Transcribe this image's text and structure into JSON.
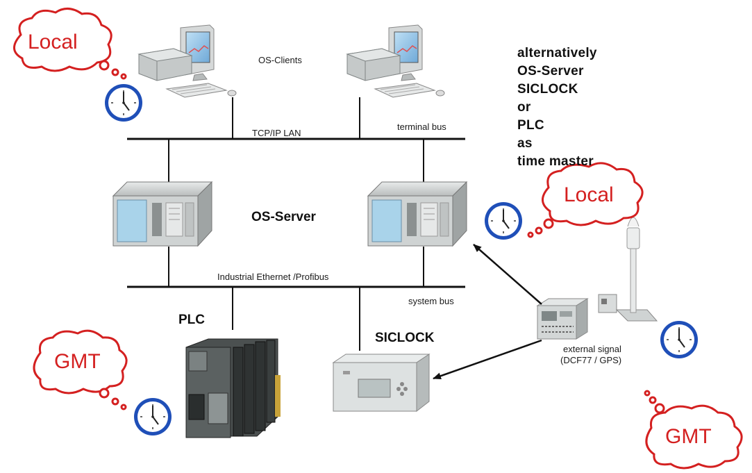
{
  "labels": {
    "os_clients": "OS-Clients",
    "tcpip_lan": "TCP/IP LAN",
    "terminal_bus": "terminal bus",
    "os_server": "OS-Server",
    "industrial_ethernet": "Industrial Ethernet /Profibus",
    "system_bus": "system bus",
    "plc": "PLC",
    "siclock": "SICLOCK",
    "external_signal_line1": "external signal",
    "external_signal_line2": "(DCF77 / GPS)"
  },
  "note_lines": [
    "alternatively",
    "OS-Server",
    "SICLOCK",
    "or",
    "PLC",
    "as",
    "time master"
  ],
  "clouds": {
    "client_cloud": "Local",
    "server_cloud": "Local",
    "plc_cloud": "GMT",
    "external_cloud": "GMT"
  },
  "colors": {
    "cloud_stroke": "#d42020",
    "clock_face": "#1f4fb8",
    "device_grey": "#c8cccc",
    "device_blue": "#a9d3ea",
    "plc_dark": "#3a3f3f"
  },
  "icons": [
    "workstation-icon",
    "server-icon",
    "plc-icon",
    "siclock-icon",
    "gps-receiver-icon",
    "antenna-icon",
    "clock-icon",
    "thought-cloud-icon"
  ]
}
